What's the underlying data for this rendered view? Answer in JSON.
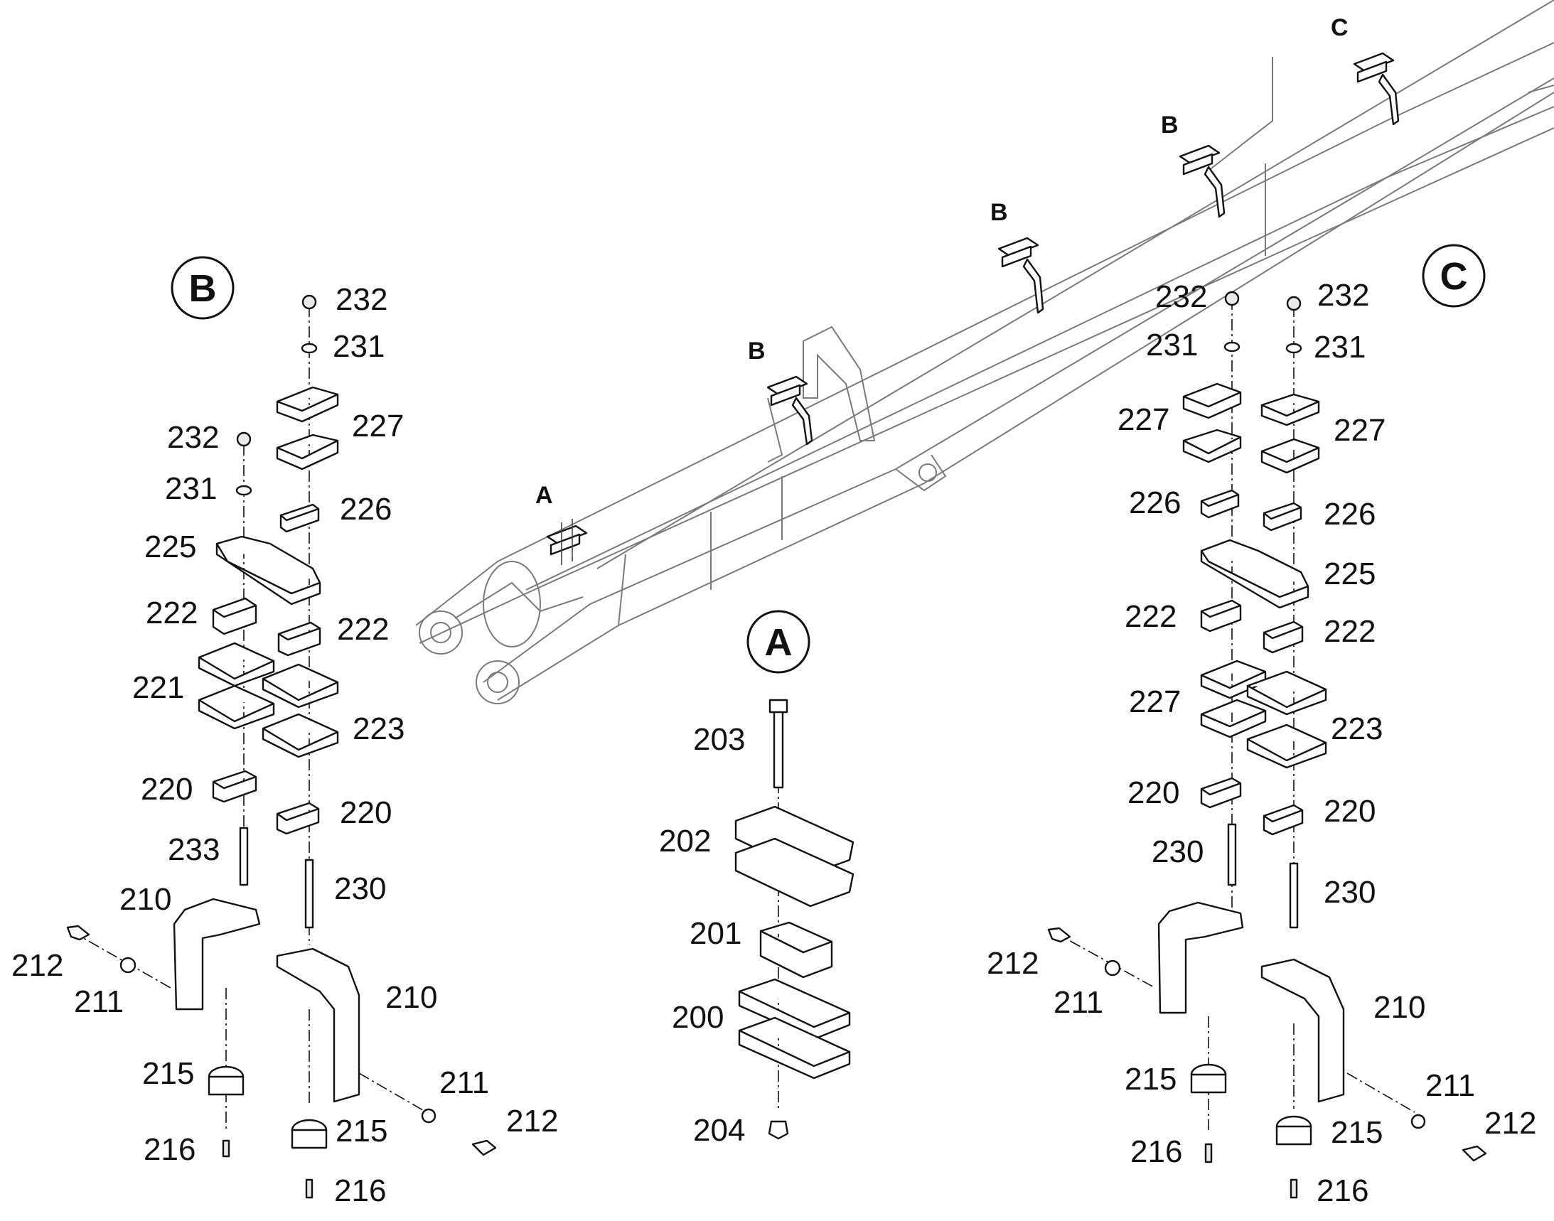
{
  "views": {
    "B": {
      "circle_label": "B",
      "labels": [
        "232",
        "231",
        "227",
        "232",
        "231",
        "226",
        "225",
        "222",
        "222",
        "221",
        "223",
        "220",
        "220",
        "233",
        "230",
        "210",
        "210",
        "212",
        "211",
        "211",
        "212",
        "215",
        "215",
        "216",
        "216"
      ]
    },
    "A": {
      "circle_label": "A",
      "labels": [
        "203",
        "202",
        "201",
        "200",
        "204"
      ]
    },
    "C": {
      "circle_label": "C",
      "labels": [
        "232",
        "232",
        "231",
        "231",
        "227",
        "227",
        "226",
        "226",
        "225",
        "222",
        "222",
        "227",
        "223",
        "220",
        "220",
        "230",
        "230",
        "212",
        "211",
        "210",
        "211",
        "212",
        "215",
        "215",
        "216",
        "216"
      ]
    }
  },
  "boom_markers": [
    "A",
    "B",
    "B",
    "B",
    "C"
  ]
}
